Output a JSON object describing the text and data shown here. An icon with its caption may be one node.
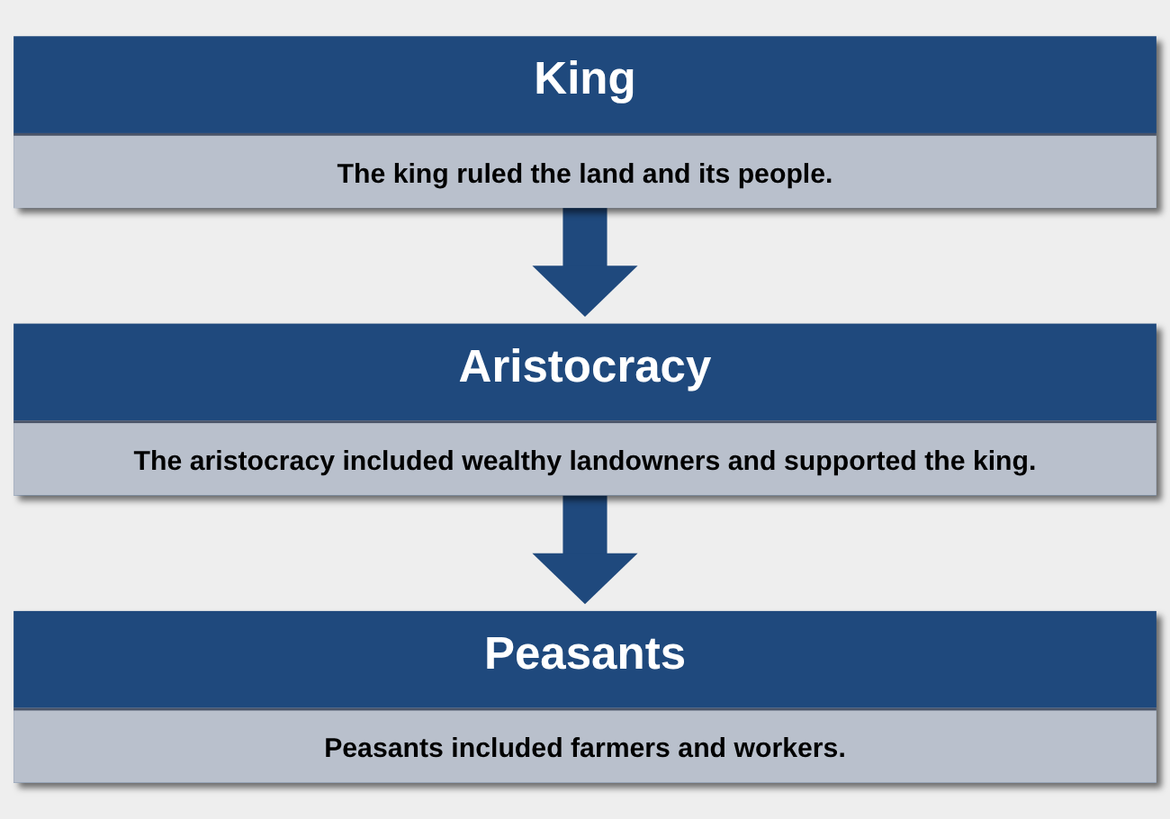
{
  "diagram": {
    "nodes": [
      {
        "text": [
          "King",
          "The king ruled the land and its people."
        ]
      },
      {
        "text": [
          "Aristocracy",
          "The aristocracy included wealthy landowners and supported the king."
        ]
      },
      {
        "text": [
          "Peasants",
          "Peasants included farmers and workers."
        ]
      }
    ],
    "edges": [
      {
        "from": 0,
        "to": 1,
        "arrow": "to"
      },
      {
        "from": 1,
        "to": 2,
        "arrow": "to"
      }
    ]
  }
}
